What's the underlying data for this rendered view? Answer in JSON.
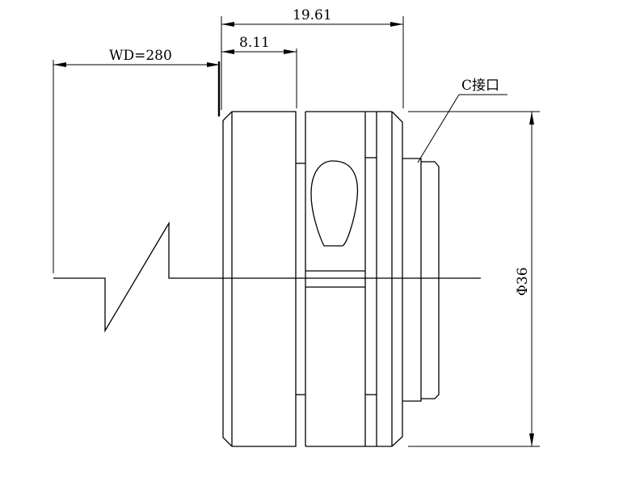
{
  "dimensions": {
    "overall_length": "19.61",
    "front_length": "8.11",
    "working_distance": "WD=280",
    "diameter": "Φ36"
  },
  "callouts": {
    "mount": "C接口"
  }
}
